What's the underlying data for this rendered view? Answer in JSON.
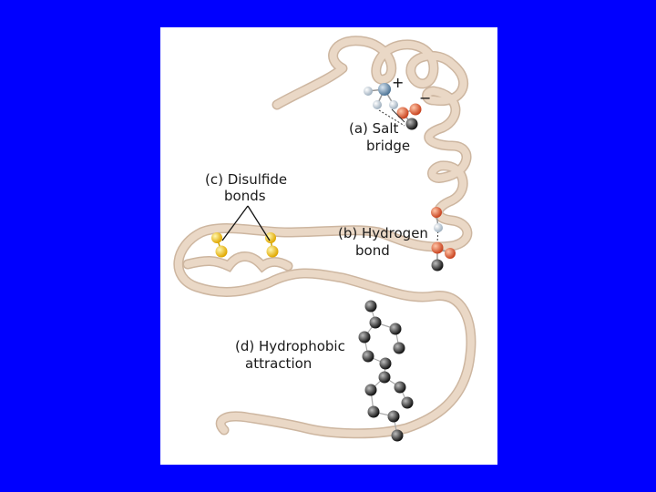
{
  "labels": {
    "salt_bridge": [
      "(a) Salt",
      "bridge"
    ],
    "hydrogen_bond": [
      "(b) Hydrogen",
      "bond"
    ],
    "disulfide": [
      "(c) Disulfide",
      "bonds"
    ],
    "hydrophobic": [
      "(d) Hydrophobic",
      "attraction"
    ],
    "plus": "+",
    "minus": "−"
  },
  "colors": {
    "background": "#0000ff",
    "chain": "#ead8c6",
    "chain_edge": "#cdb6a0",
    "positive_atom": "#5f86a8",
    "negative_atom": "#d5532f",
    "hydrogen_atom": "#c6d3de",
    "sulfur_atom": "#f1c21b",
    "carbon_atom": "#2b2b2b"
  }
}
